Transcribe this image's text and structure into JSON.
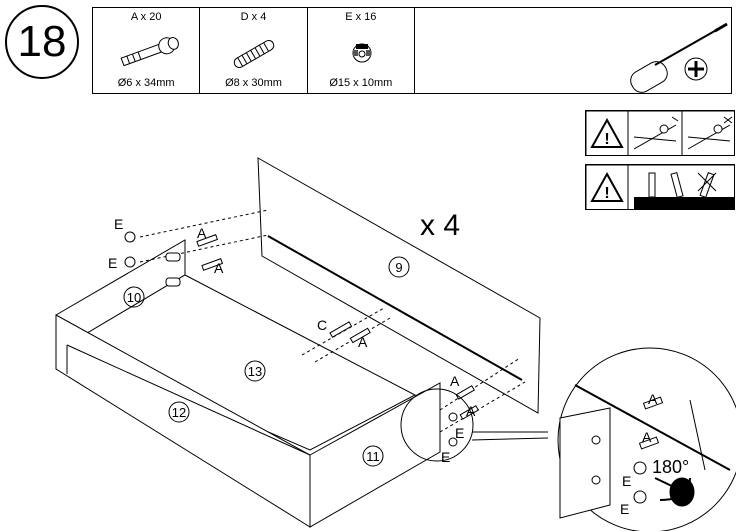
{
  "step": {
    "number": "18"
  },
  "parts": [
    {
      "qty": "A x 20",
      "dim": "Ø6 x 34mm",
      "icon": "cam-bolt-icon"
    },
    {
      "qty": "D x 4",
      "dim": "Ø8 x 30mm",
      "icon": "wooden-dowel-icon"
    },
    {
      "qty": "E x 16",
      "dim": "Ø15 x 10mm",
      "icon": "cam-lock-icon"
    }
  ],
  "tool": {
    "icon": "phillips-screwdriver-icon"
  },
  "warnings": [
    "warning-correct-insertion-icon",
    "warning-cam-orientation-icon"
  ],
  "multiplier": "x 4",
  "panels": {
    "p9": "9",
    "p10": "10",
    "p11": "11",
    "p12": "12",
    "p13": "13"
  },
  "labels": {
    "A": "A",
    "C": "C",
    "E": "E"
  },
  "rotation": "180°"
}
